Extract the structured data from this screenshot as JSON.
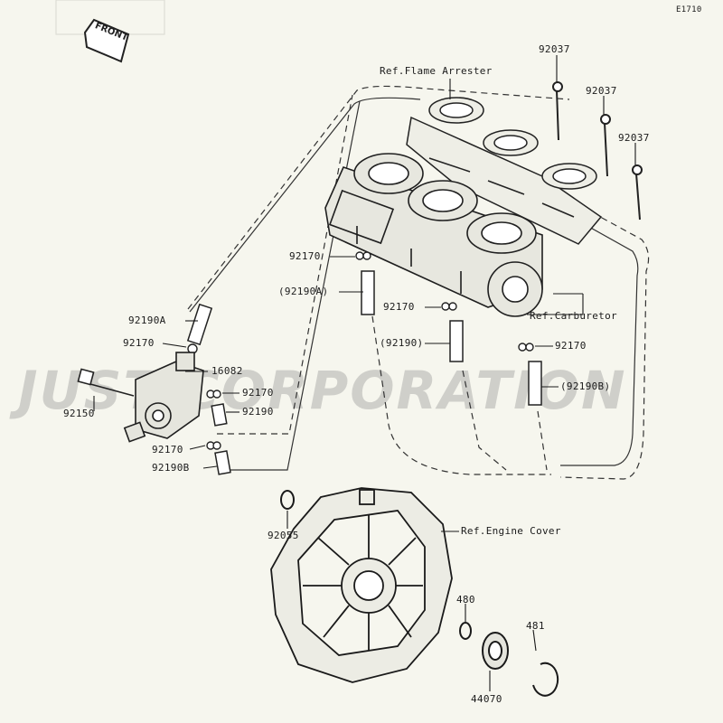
{
  "diagram_code": "E1710",
  "watermark": "JUST CORPORATION",
  "front_badge": "FRONT",
  "labels": {
    "flame_arrester": "Ref.Flame Arrester",
    "carburetor": "Ref.Carburetor",
    "engine_cover": "Ref.Engine Cover",
    "p92037_a": "92037",
    "p92037_b": "92037",
    "p92037_c": "92037",
    "p92170_a": "92170",
    "p92190A_paren": "(92190A)",
    "p92170_b": "92170",
    "p92190_paren": "(92190)",
    "p92170_c": "92170",
    "p92190B_paren": "(92190B)",
    "p92190A": "92190A",
    "p92170_d": "92170",
    "p16082": "16082",
    "p92170_e": "92170",
    "p92150": "92150",
    "p92190": "92190",
    "p92170_f": "92170",
    "p92190B": "92190B",
    "p92055": "92055",
    "p480": "480",
    "p481": "481",
    "p44070": "44070"
  }
}
